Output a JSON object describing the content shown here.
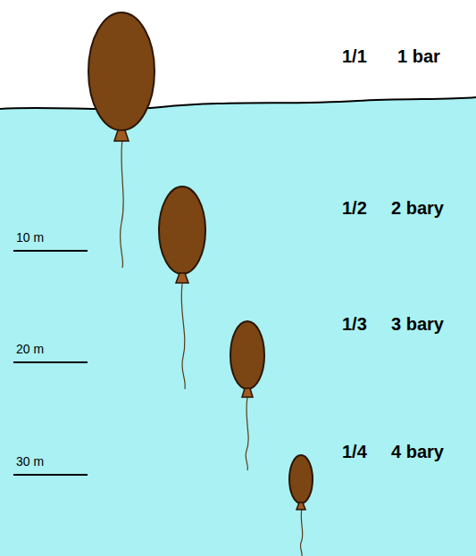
{
  "diagram": {
    "labels": [
      "1/1",
      "1 bar",
      "10 m",
      "1/2",
      "2 bary",
      "20 m",
      "1/3",
      "3 bary",
      "30 m",
      "1/4",
      "4 bary"
    ]
  }
}
